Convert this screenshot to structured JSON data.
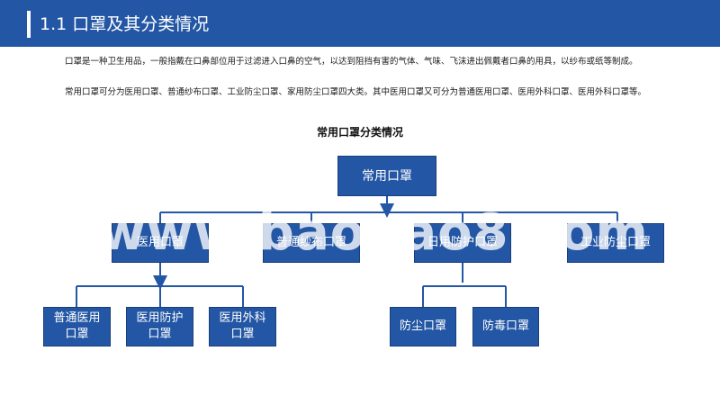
{
  "header": {
    "title": "1.1  口罩及其分类情况"
  },
  "intro": {
    "paragraph1": "口罩是一种卫生用品，一般指戴在口鼻部位用于过滤进入口鼻的空气，以达到阻挡有害的气体、气味、飞沫进出佩戴者口鼻的用具，以纱布或纸等制成。",
    "paragraph2": "常用口罩可分为医用口罩、普通纱布口罩、工业防尘口罩、家用防尘口罩四大类。其中医用口罩又可分为普通医用口罩、医用外科口罩、医用外科口罩等。"
  },
  "diagram": {
    "title": "常用口罩分类情况",
    "root": "常用口罩",
    "level1": [
      "医用口罩",
      "普通纱布口罩",
      "日用防护口罩",
      "工业防尘口罩"
    ],
    "medical_children": [
      [
        "普通医用",
        "口罩"
      ],
      [
        "医用防护",
        "口罩"
      ],
      [
        "医用外科",
        "口罩"
      ]
    ],
    "daily_children": [
      "防尘口罩",
      "防毒口罩"
    ]
  },
  "watermark": "www.baogao8.com",
  "colors": {
    "header_blue": "#2356a4",
    "node_blue": "#2356a4",
    "connector": "#2356a4",
    "text": "#1a1a1a"
  }
}
